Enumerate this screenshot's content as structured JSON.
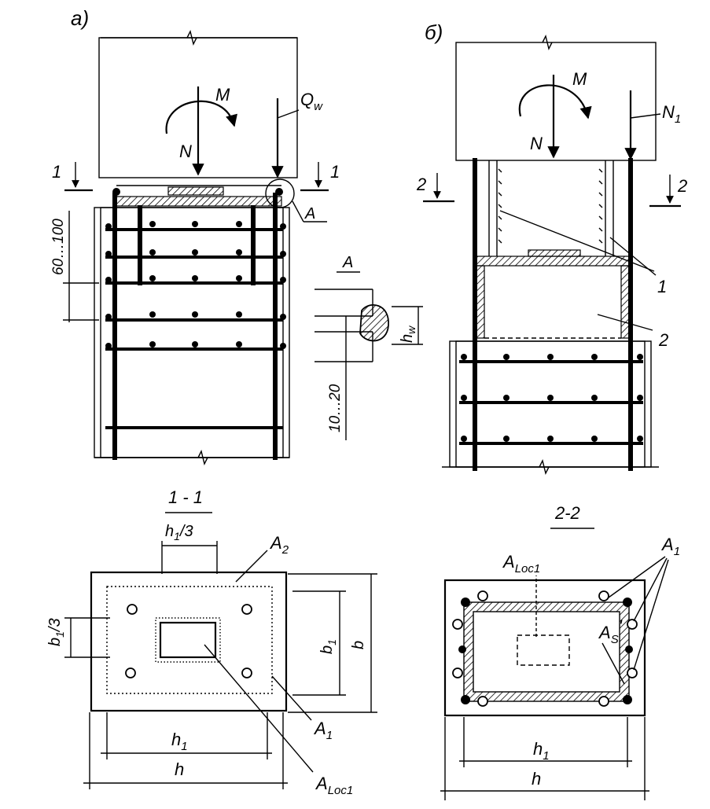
{
  "figure_a": {
    "label": "а)",
    "section_marks": [
      "1",
      "1"
    ],
    "moment": "M",
    "axial": "N",
    "shear_force": "Q",
    "shear_subscript": "w",
    "detail_marker": "A",
    "spacing_dim": "60…100"
  },
  "detail_A": {
    "title": "A",
    "weld_height": "h",
    "weld_height_subscript": "w",
    "gap_dim": "10…20"
  },
  "figure_b": {
    "label": "б)",
    "section_marks": [
      "2",
      "2"
    ],
    "moment": "M",
    "axial": "N",
    "force": "N",
    "force_subscript": "1",
    "callout_1": "1",
    "callout_2": "2"
  },
  "section_1_1": {
    "title": "1 - 1",
    "top_dim": "h",
    "top_dim_subscript": "1",
    "top_dim_suffix": "/3",
    "left_dim": "b",
    "left_dim_subscript": "1",
    "left_dim_suffix": "/3",
    "a2": "A",
    "a2_subscript": "2",
    "a1": "A",
    "a1_subscript": "1",
    "aloc": "A",
    "aloc_subscript": "Loc1",
    "b1": "b",
    "b1_subscript": "1",
    "b": "b",
    "h1": "h",
    "h1_subscript": "1",
    "h": "h"
  },
  "section_2_2": {
    "title": "2-2",
    "aloc": "A",
    "aloc_subscript": "Loc1",
    "a1": "A",
    "a1_subscript": "1",
    "as": "A",
    "as_subscript": "S",
    "as_prime": "'",
    "h1": "h",
    "h1_subscript": "1",
    "h": "h"
  }
}
